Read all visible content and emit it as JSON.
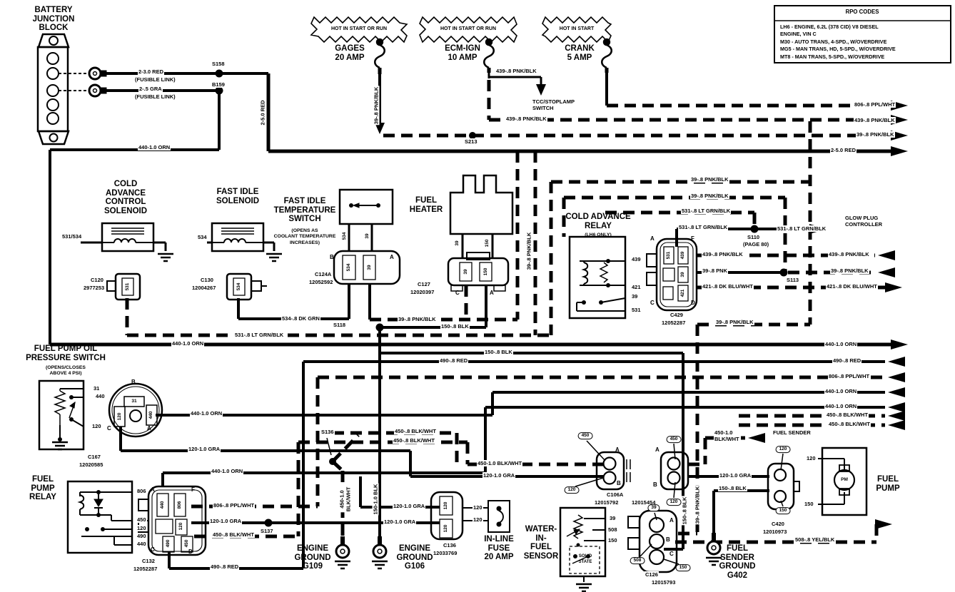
{
  "labels": {
    "battery_title": "BATTERY\nJUNCTION\nBLOCK",
    "fl_red": "2-3.0 RED",
    "fl_note1": "(FUSIBLE LINK)",
    "fl_gra": "2-.5 GRA",
    "fl_note2": "(FUSIBLE LINK)",
    "s158": "S158",
    "b159": "B159",
    "red250_v": "2-5.0 RED",
    "orn440_tl": "440-1.0 ORN",
    "hot1": "HOT IN START OR RUN",
    "hot2": "HOT IN START OR RUN",
    "hot3": "HOT IN START",
    "fuse_gages": "GAGES\n20 AMP",
    "fuse_ecm": "ECM-IGN\n10 AMP",
    "fuse_crank": "CRANK\n5 AMP",
    "rpo_title": "RPO CODES",
    "rpo_body": "LH6 - ENGINE, 6.2L (378 CID) V8 DIESEL\n          ENGINE, VIN C\nM30 - AUTO TRANS, 4-SPD., W/OVERDRIVE\nMG5 - MAN TRANS, HD, 5-SPD., W/OVERDRIVE\nMT8 - MAN TRANS, 5-SPD., W/OVERDRIVE",
    "pnkblk39_v1": "39-.8 PNK/BLK",
    "pnkblk439_a": "439-.8 PNK/BLK",
    "tcc": "TCC/STOPLAMP\nSWITCH",
    "pnkblk439_b": "439-.8 PNK/BLK",
    "s213": "S213",
    "ppl806_r1": "806-.8 PPL/WHT",
    "pnk439_r1": "439-.8 PNK/BLK",
    "pnk39_r1": "39-.8 PNK/BLK",
    "red250_r1": "2-5.0 RED",
    "cacs_title": "COLD\nADVANCE\nCONTROL\nSOLENOID",
    "fis_title": "FAST IDLE\nSOLENOID",
    "fits_title": "FAST IDLE\nTEMPERATURE\nSWITCH",
    "fits_note": "(OPENS AS\nCOOLANT TEMPERATURE\nINCREASES)",
    "heater_title": "FUEL\nHEATER",
    "l531_534": "531/534",
    "l534": "534",
    "c120": "C120",
    "c120n": "2977253",
    "c130": "C130",
    "c130n": "12004267",
    "c124a": "C124A",
    "c124an": "12052592",
    "c127": "C127",
    "c127n": "12020397",
    "c120_p": "531",
    "c130_p": "534",
    "c124a_p1": "534",
    "c124a_p2": "39",
    "c124a_B": "B",
    "c124a_A": "A",
    "fits_p534": "534",
    "fits_p39": "39",
    "heater_p39": "39",
    "heater_p150": "150",
    "c127_p39": "39",
    "c127_p150": "150",
    "c127_C": "C",
    "c127_A": "A",
    "dkgrn534": "534-.8 DK GRN",
    "s118": "S118",
    "ltgrn531_m": "531-.8 LT GRN/BLK",
    "orn440_m": "440-1.0 ORN",
    "pnkblk39_m": "39-.8 PNK/BLK",
    "blk150_m": "150-.8 BLK",
    "car_title": "COLD ADVANCE\nRELAY",
    "car_note": "(LH6 ONLY)",
    "pnkblk39_r2": "39-.8 PNK/BLK",
    "pnkblk39_r3": "39-.8 PNK/BLK",
    "ltgrn531_a": "531-.8 LT GRN/BLK",
    "ltgrn531_b": "531-.8 LT GRN/BLK",
    "s110": "S110",
    "s110p": "(PAGE 80)",
    "pnkblk439_c": "439-.8 PNK/BLK",
    "pnk39": "39-.8 PNK",
    "dkblu421": "421-.8 DK BLU/WHT",
    "ltgrn531_gp": "531-.8 LT GRN/BLK",
    "gpc": "GLOW PLUG\nCONTROLLER",
    "s113": "S113",
    "pnkblk439_r2": "439-.8 PNK/BLK",
    "pnkblk39_r4": "39-.8 PNK/BLK",
    "dkblu421_r": "421-.8 DK BLU/WHT",
    "pnkblk39_j": "39-.8 PNK/BLK",
    "pnkblk39_vert2": "39-.8 PNK/BLK",
    "relay_p439": "439",
    "relay_p421": "421",
    "relay_p39": "39",
    "relay_p531": "531",
    "c429": "C429",
    "c429n": "12052287",
    "c429_A": "A",
    "c429_F": "F",
    "c429_C": "C",
    "c429_D": "D",
    "c429_p531": "531",
    "c429_p439": "439",
    "c429_p39": "39",
    "c429_p421": "421",
    "blk150_b": "150-.8 BLK",
    "red490_m": "490-.8 RED",
    "orn440_r": "440-1.0 ORN",
    "red490_r": "490-.8 RED",
    "ppl806_r2": "806-.8 PPL/WHT",
    "orn440_r2": "440-1.0 ORN",
    "orn440_r3": "440-1.0 ORN",
    "bw450_r1": "450-.8 BLK/WHT",
    "bw450_r2": "450-.8 BLK/WHT",
    "fpops_title": "FUEL PUMP OIL\nPRESSURE SWITCH",
    "fpops_note": "(OPENS/CLOSES\nABOVE 4 PSI)",
    "p31": "31",
    "p440": "440",
    "p120": "120",
    "c167": "C167",
    "c167n": "12020585",
    "c167_B": "B",
    "c167_C": "C",
    "c167_A": "A",
    "c167_p31": "31",
    "c167_p120": "120",
    "c167_p440": "440",
    "orn440_c167": "440-1.0 ORN",
    "gra120_c167": "120-1.0 GRA",
    "orn440_c132": "440-1.0 ORN",
    "s136": "S136",
    "bw450_m1": "450-.8 BLK/WHT",
    "bw450_m2": "450-.8 BLK/WHT",
    "bw450_v": "450-1.0\nBLK/WHT",
    "blk150_v": "150-1.0 BLK",
    "s137": "S137",
    "fpr_title": "FUEL\nPUMP\nRELAY",
    "fpr_p806": "806",
    "fpr_p450": "450",
    "fpr_p120": "120",
    "fpr_p490": "490",
    "fpr_p440": "440",
    "c132": "C132",
    "c132n": "12052287",
    "c132_A": "A",
    "c132_F": "F",
    "c132_C": "C",
    "c132_D": "D",
    "c132_p440": "440",
    "c132_p806": "806",
    "c132_p120": "120",
    "c132_p490": "490",
    "c132_p450": "450",
    "ppl806_c132": "806-.8 PPL/WHT",
    "gra120_c132": "120-1.0 GRA",
    "bw450_c132": "450-.8 BLK/WHT",
    "red490_c132": "490-.8 RED",
    "g109": "ENGINE\nGROUND\nG109",
    "g106": "ENGINE\nGROUND\nG106",
    "c136": "C136",
    "c136n": "12033769",
    "c136_p1": "120",
    "c136_p2": "120",
    "gra120_a": "120-1.0 GRA",
    "gra120_b": "120-1.0 GRA",
    "f120_a": "120",
    "f120_b": "120",
    "ilf": "IN-LINE\nFUSE\n20 AMP",
    "bw450_row": "450-1.0 BLK/WHT",
    "gra120_row": "120-1.0 GRA",
    "wif_title": "WATER-\nIN-\nFUEL\nSENSOR",
    "wif_p39": "39",
    "wif_p508": "508",
    "wif_p150": "150",
    "solid_state": "SOLID\nSTATE",
    "ov450_L": "450",
    "ov120_L": "120",
    "c106a_A1": "A",
    "c106a_B1": "B",
    "c106a": "C106A",
    "c106a_n1": "12015792",
    "c106a_n2": "12015454",
    "ov450_R": "450",
    "ov120_R": "120",
    "c106a_A2": "A",
    "c106a_B2": "B",
    "ov39": "39",
    "ov508": "508",
    "ov150": "150",
    "c126_A": "A",
    "c126_B": "B",
    "c126_C": "C",
    "c126": "C126",
    "c126n": "12015793",
    "blk150_v2": "150-.8 BLK",
    "pnkblk39_v3": "39-.8 PNK/BLK",
    "blk150_g402": "150-.8 BLK",
    "bw450_fs": "450-1.0\nBLK/WHT",
    "fuel_sender": "FUEL SENDER",
    "gra120_fs": "120-1.0 GRA",
    "ov120_s": "120",
    "ov150_s": "150",
    "c420": "C420",
    "c420n": "12010973",
    "fp_120": "120",
    "fp_150": "150",
    "pm": "PM",
    "yel508": "508-.8 YEL/BLK",
    "g402": "FUEL\nSENDER\nGROUND\nG402",
    "fp_title": "FUEL\nPUMP"
  }
}
